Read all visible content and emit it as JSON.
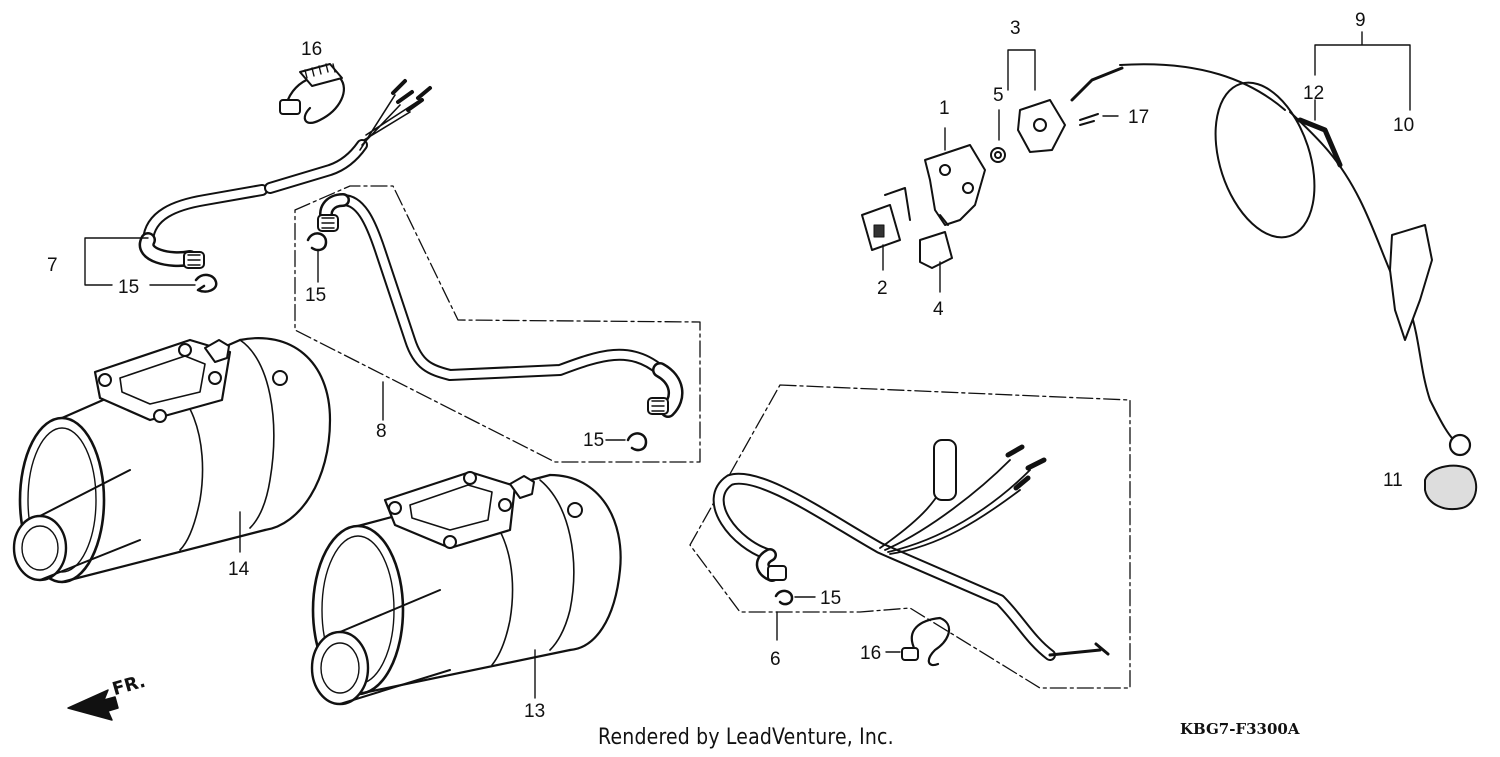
{
  "callouts": {
    "c1": "1",
    "c2": "2",
    "c3": "3",
    "c4": "4",
    "c5": "5",
    "c6": "6",
    "c7": "7",
    "c8": "8",
    "c9": "9",
    "c10": "10",
    "c11": "11",
    "c12": "12",
    "c13": "13",
    "c14": "14",
    "c15a": "15",
    "c15b": "15",
    "c15c": "15",
    "c15d": "15",
    "c16a": "16",
    "c16b": "16",
    "c17": "17"
  },
  "direction_label": "FR.",
  "footer": {
    "credit": "Rendered by LeadVenture, Inc.",
    "diagram_code": "KBG7-F3300A"
  }
}
